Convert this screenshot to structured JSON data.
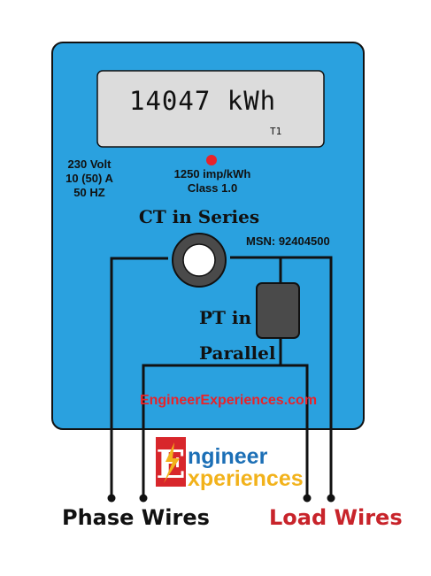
{
  "display": {
    "reading": "14047 kWh",
    "tariff": "T1"
  },
  "ratings": {
    "voltage": "230 Volt",
    "current": "10 (50) A",
    "frequency": "50 HZ"
  },
  "meter_constant": {
    "impulse": "1250 imp/kWh",
    "accuracy_class": "Class 1.0"
  },
  "labels": {
    "ct": "CT in Series",
    "pt_line1": "PT in",
    "pt_line2": "Parallel",
    "msn": "MSN: 92404500",
    "website": "EngineerExperiences.com",
    "phase_wires": "Phase Wires",
    "load_wires": "Load Wires"
  },
  "logo": {
    "letter": "E",
    "line1": "ngineer",
    "line2": "xperiences"
  },
  "colors": {
    "meter_body": "#2aa1df",
    "lcd": "#dcdcdc",
    "indicator": "#e8232a",
    "load_label": "#c8242b",
    "phase_label": "#111111",
    "logo_blue": "#1c6fb6",
    "logo_yellow": "#f2b21b",
    "logo_red": "#d8262b"
  }
}
